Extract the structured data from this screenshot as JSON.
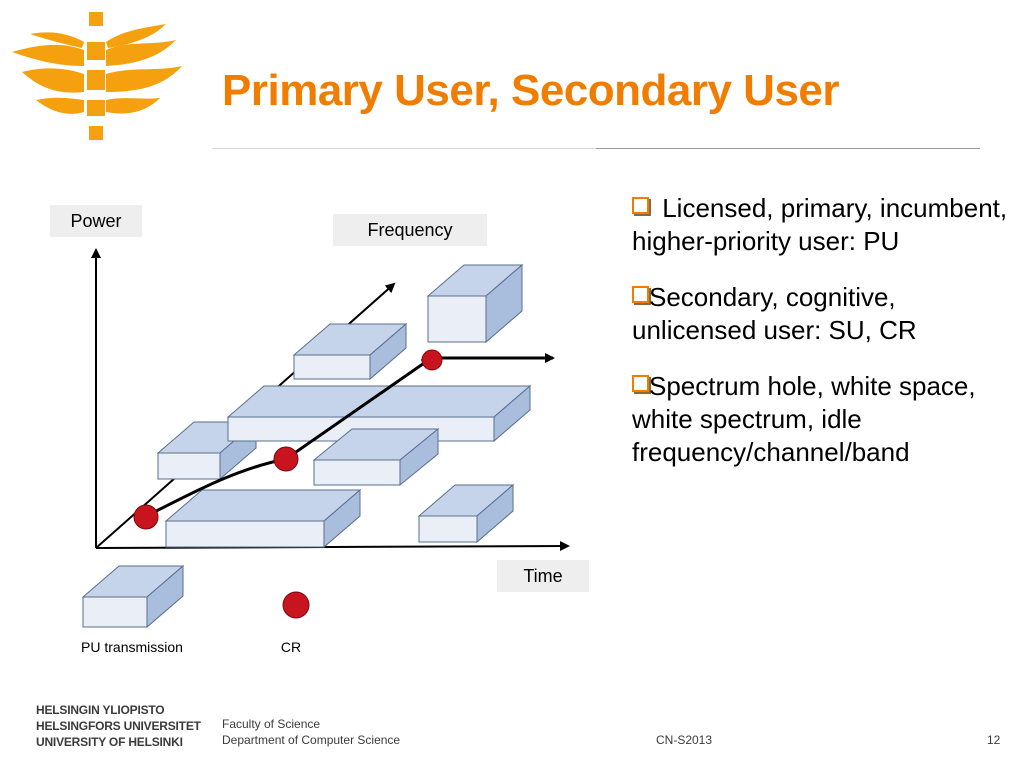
{
  "header": {
    "title": "Primary User, Secondary User",
    "brand_color": "#f07d00"
  },
  "diagram": {
    "axis_labels": {
      "power": "Power",
      "frequency": "Frequency",
      "time": "Time"
    },
    "legend": {
      "pu": "PU transmission",
      "cr": "CR"
    },
    "colors": {
      "box_front": "#e9eef7",
      "box_top": "#c5d4ea",
      "box_side": "#a9bddc",
      "box_edge": "#5a6f8e",
      "cr_dot": "#c8141e"
    }
  },
  "bullets": [
    {
      "text": " Licensed, primary, incumbent, higher-priority user: PU"
    },
    {
      "text": "Secondary, cognitive, unlicensed user: SU, CR"
    },
    {
      "text": "Spectrum hole, white space, white spectrum, idle frequency/channel/band"
    }
  ],
  "footer": {
    "university": [
      "HELSINGIN YLIOPISTO",
      "HELSINGFORS UNIVERSITET",
      "UNIVERSITY OF HELSINKI"
    ],
    "faculty": "Faculty of Science",
    "department": "Department of Computer Science",
    "course": "CN-S2013",
    "page_number": "12"
  }
}
